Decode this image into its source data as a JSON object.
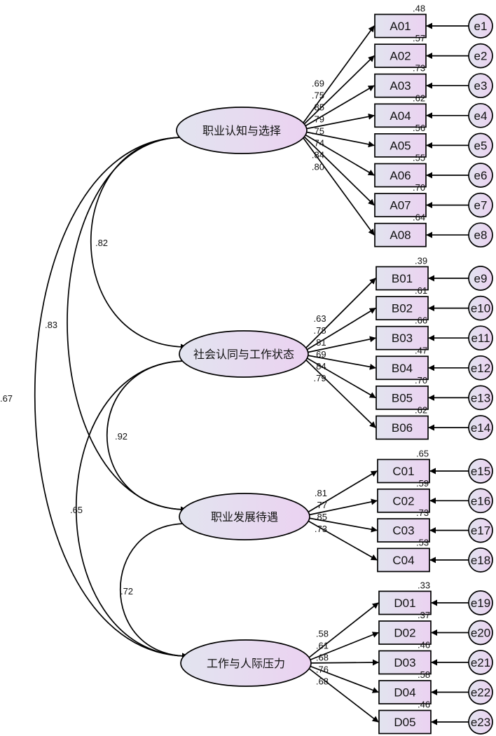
{
  "factors": [
    {
      "id": "F1",
      "label": "职业认知与选择",
      "indicators": [
        {
          "name": "A01",
          "error": "e1",
          "loading": ".69",
          "r2": ".48"
        },
        {
          "name": "A02",
          "error": "e2",
          "loading": ".75",
          "r2": ".57"
        },
        {
          "name": "A03",
          "error": "e3",
          "loading": ".85",
          "r2": ".73"
        },
        {
          "name": "A04",
          "error": "e4",
          "loading": ".79",
          "r2": ".62"
        },
        {
          "name": "A05",
          "error": "e5",
          "loading": ".75",
          "r2": ".56"
        },
        {
          "name": "A06",
          "error": "e6",
          "loading": ".74",
          "r2": ".55"
        },
        {
          "name": "A07",
          "error": "e7",
          "loading": ".84",
          "r2": ".70"
        },
        {
          "name": "A08",
          "error": "e8",
          "loading": ".80",
          "r2": ".64"
        }
      ]
    },
    {
      "id": "F2",
      "label": "社会认同与工作状态",
      "indicators": [
        {
          "name": "B01",
          "error": "e9",
          "loading": ".63",
          "r2": ".39"
        },
        {
          "name": "B02",
          "error": "e10",
          "loading": ".78",
          "r2": ".61"
        },
        {
          "name": "B03",
          "error": "e11",
          "loading": ".81",
          "r2": ".66"
        },
        {
          "name": "B04",
          "error": "e12",
          "loading": ".69",
          "r2": ".47"
        },
        {
          "name": "B05",
          "error": "e13",
          "loading": ".84",
          "r2": ".70"
        },
        {
          "name": "B06",
          "error": "e14",
          "loading": ".79",
          "r2": ".62"
        }
      ]
    },
    {
      "id": "F3",
      "label": "职业发展待遇",
      "indicators": [
        {
          "name": "C01",
          "error": "e15",
          "loading": ".81",
          "r2": ".65"
        },
        {
          "name": "C02",
          "error": "e16",
          "loading": ".77",
          "r2": ".59"
        },
        {
          "name": "C03",
          "error": "e17",
          "loading": ".85",
          "r2": ".73"
        },
        {
          "name": "C04",
          "error": "e18",
          "loading": ".73",
          "r2": ".53"
        }
      ]
    },
    {
      "id": "F4",
      "label": "工作与人际压力",
      "indicators": [
        {
          "name": "D01",
          "error": "e19",
          "loading": ".58",
          "r2": ".33"
        },
        {
          "name": "D02",
          "error": "e20",
          "loading": ".61",
          "r2": ".37"
        },
        {
          "name": "D03",
          "error": "e21",
          "loading": ".68",
          "r2": ".46"
        },
        {
          "name": "D04",
          "error": "e22",
          "loading": ".76",
          "r2": ".58"
        },
        {
          "name": "D05",
          "error": "e23",
          "loading": ".68",
          "r2": ".46"
        }
      ]
    }
  ],
  "covariances": [
    {
      "from": "F1",
      "to": "F2",
      "value": ".82"
    },
    {
      "from": "F1",
      "to": "F3",
      "value": ".83"
    },
    {
      "from": "F1",
      "to": "F4",
      "value": ".67"
    },
    {
      "from": "F2",
      "to": "F3",
      "value": ".92"
    },
    {
      "from": "F2",
      "to": "F4",
      "value": ".65"
    },
    {
      "from": "F3",
      "to": "F4",
      "value": ".72"
    }
  ],
  "colors": {
    "node_fill_left": "#e2e4ef",
    "node_fill_right": "#ebd2f1",
    "stroke": "#000000"
  }
}
